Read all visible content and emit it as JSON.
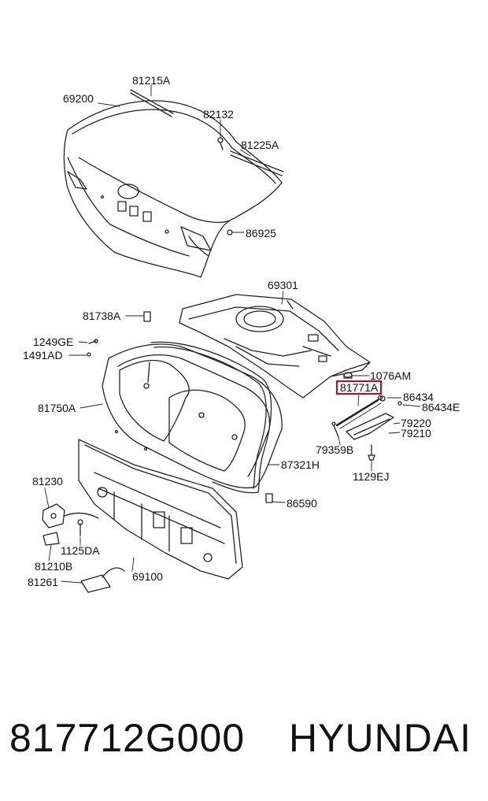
{
  "diagram": {
    "callouts": {
      "p81215A": "81215A",
      "p69200": "69200",
      "p82132": "82132",
      "p81225A": "81225A",
      "p86925": "86925",
      "p69301": "69301",
      "p81738A": "81738A",
      "p1249GE": "1249GE",
      "p1491AD": "1491AD",
      "p1076AM": "1076AM",
      "p81771A": "81771A",
      "p86434": "86434",
      "p86434E": "86434E",
      "p81750A": "81750A",
      "p79220": "79220",
      "p79210": "79210",
      "p79359B": "79359B",
      "p87321H": "87321H",
      "p1129EJ": "1129EJ",
      "p81230": "81230",
      "p86590": "86590",
      "p1125DA": "1125DA",
      "p81210B": "81210B",
      "p69100": "69100",
      "p81261": "81261"
    },
    "highlight_color": "#d0021b"
  },
  "caption": {
    "part_number": "817712G000",
    "brand": "HYUNDAI"
  }
}
